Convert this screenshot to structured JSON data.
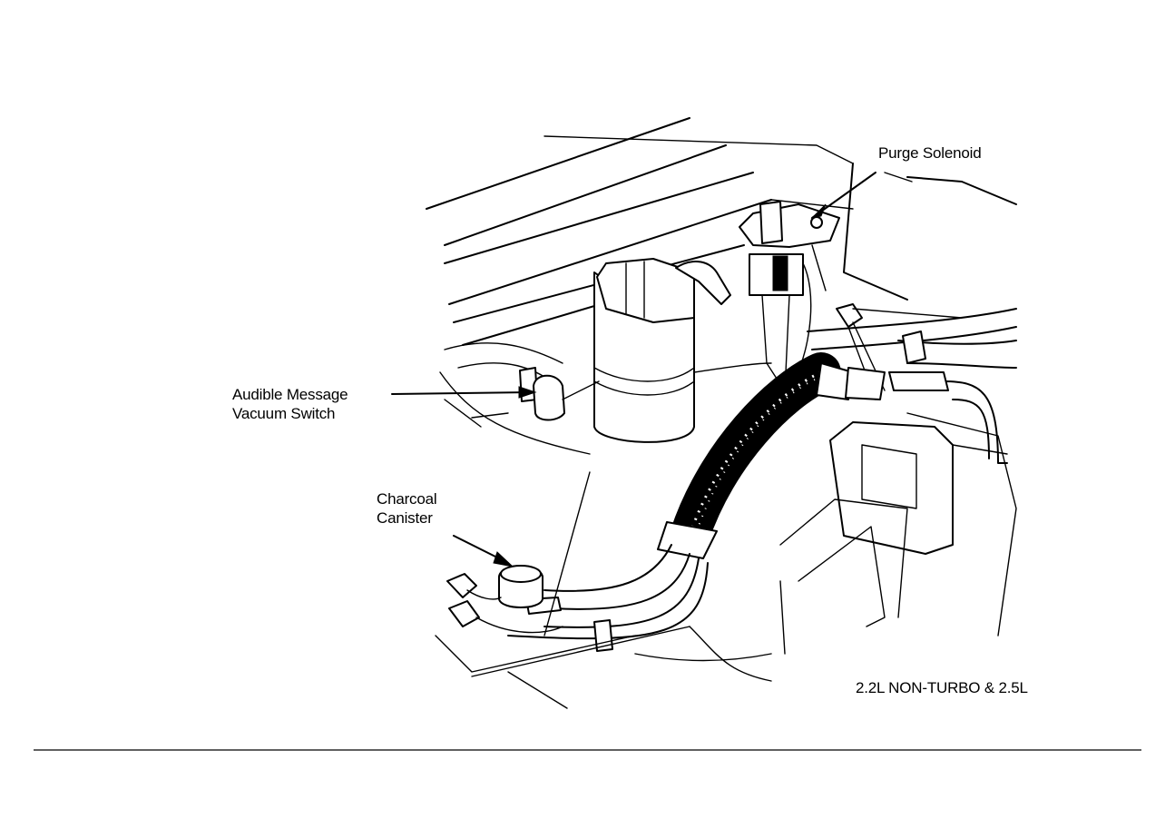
{
  "labels": {
    "purge_solenoid": "Purge Solenoid",
    "audible_message_line1": "Audible Message",
    "audible_message_line2": "Vacuum Switch",
    "charcoal_line1": "Charcoal",
    "charcoal_line2": "Canister",
    "caption": "2.2L NON-TURBO & 2.5L"
  }
}
